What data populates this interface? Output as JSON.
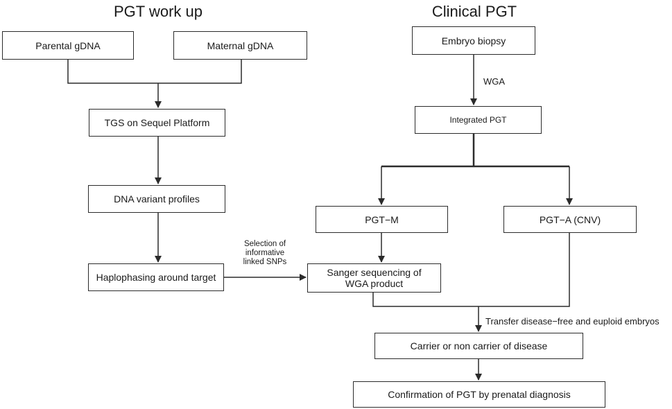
{
  "titles": {
    "left": "PGT work up",
    "right": "Clinical PGT"
  },
  "workup": {
    "paternal": "Parental gDNA",
    "maternal": "Maternal gDNA",
    "tgs": "TGS on Sequel Platform",
    "variants": "DNA variant profiles",
    "haplophasing": "Haplophasing around target"
  },
  "clinical": {
    "biopsy": "Embryo biopsy",
    "wga_label": "WGA",
    "integrated": "Integrated PGT",
    "pgtm": "PGT−M",
    "pgta": "PGT−A (CNV)",
    "sanger": "Sanger sequencing of WGA product",
    "transfer_label": "Transfer disease−free and euploid embryos",
    "carrier": "Carrier or non carrier of disease",
    "confirmation": "Confirmation of PGT by prenatal diagnosis"
  },
  "link_label": {
    "line1": "Selection of",
    "line2": "informative",
    "line3": "linked SNPs"
  }
}
